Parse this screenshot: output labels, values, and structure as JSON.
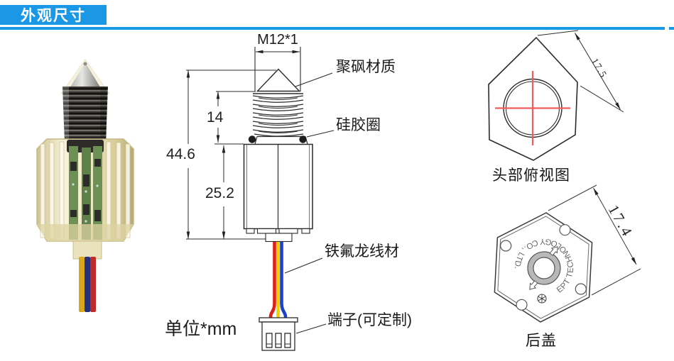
{
  "header": {
    "title": "外观尺寸"
  },
  "drawing": {
    "thread_spec": "M12*1",
    "dims": {
      "overall_height": "44.6",
      "thread_length": "14",
      "body_length": "25.2"
    },
    "labels": {
      "material": "聚砜材质",
      "oring": "硅胶圈",
      "wire": "铁氟龙线材",
      "terminal": "端子(可定制)"
    },
    "unit_note": "单位*mm"
  },
  "top_view": {
    "dim_across": "17.5",
    "caption": "头部俯视图"
  },
  "back_view": {
    "dim_across": "17.4",
    "caption": "后盖",
    "ring_text": "EPT TECHNOLOGY CO., LTD."
  },
  "colors": {
    "accent_blue": "#1b98e5",
    "crosshair_red": "#f25c5c",
    "wire_red": "#e02016",
    "wire_yellow": "#f0d000",
    "wire_blue": "#1f41c8"
  }
}
